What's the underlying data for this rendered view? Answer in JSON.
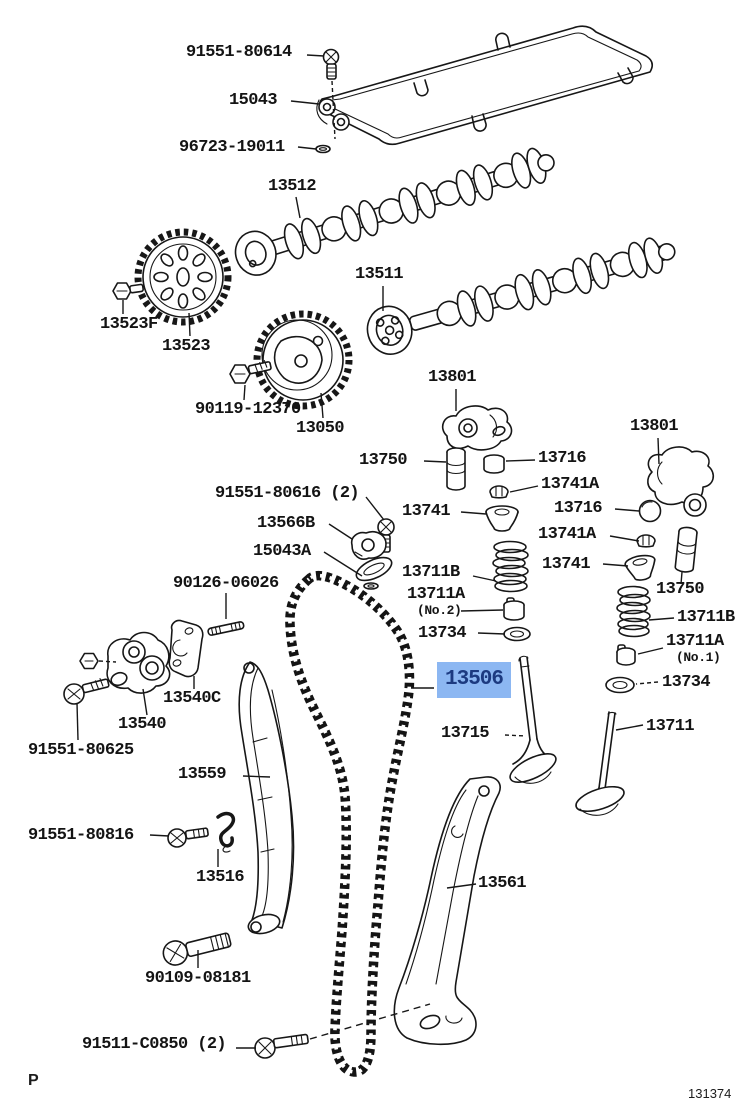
{
  "diagram": {
    "highlight": {
      "bg": "#8cb7f2",
      "fg": "#1c3a80"
    },
    "footer": {
      "page_code": "P",
      "figure_number": "131374"
    },
    "labels": [
      {
        "part": "91551-80614",
        "text": "91551-80614"
      },
      {
        "part": "15043",
        "text": "15043"
      },
      {
        "part": "96723-19011",
        "text": "96723-19011"
      },
      {
        "part": "13512",
        "text": "13512"
      },
      {
        "part": "13511",
        "text": "13511"
      },
      {
        "part": "13523F",
        "text": "13523F"
      },
      {
        "part": "13523",
        "text": "13523"
      },
      {
        "part": "90119-12370",
        "text": "90119-12370"
      },
      {
        "part": "13050",
        "text": "13050"
      },
      {
        "part": "13801",
        "text": "13801"
      },
      {
        "part": "13801",
        "text": "13801"
      },
      {
        "part": "13750",
        "text": "13750"
      },
      {
        "part": "13716",
        "text": "13716"
      },
      {
        "part": "13741A",
        "text": "13741A"
      },
      {
        "part": "13741",
        "text": "13741"
      },
      {
        "part": "91551-80616",
        "text": "91551-80616 (2)"
      },
      {
        "part": "13566B",
        "text": "13566B"
      },
      {
        "part": "15043A",
        "text": "15043A"
      },
      {
        "part": "13716",
        "text": "13716"
      },
      {
        "part": "13741A",
        "text": "13741A"
      },
      {
        "part": "13741",
        "text": "13741"
      },
      {
        "part": "90126-06026",
        "text": "90126-06026"
      },
      {
        "part": "13711B",
        "text": "13711B"
      },
      {
        "part": "13711A",
        "text": "13711A",
        "sub": "(No.2)"
      },
      {
        "part": "13734",
        "text": "13734"
      },
      {
        "part": "13750",
        "text": "13750"
      },
      {
        "part": "13711B",
        "text": "13711B"
      },
      {
        "part": "13711A",
        "text": "13711A",
        "sub": "(No.1)"
      },
      {
        "part": "13734",
        "text": "13734"
      },
      {
        "part": "13540C",
        "text": "13540C"
      },
      {
        "part": "13506",
        "text": "13506",
        "highlighted": true
      },
      {
        "part": "13540",
        "text": "13540"
      },
      {
        "part": "91551-80625",
        "text": "91551-80625"
      },
      {
        "part": "13715",
        "text": "13715"
      },
      {
        "part": "13711",
        "text": "13711"
      },
      {
        "part": "13559",
        "text": "13559"
      },
      {
        "part": "91551-80816",
        "text": "91551-80816"
      },
      {
        "part": "13516",
        "text": "13516"
      },
      {
        "part": "13561",
        "text": "13561"
      },
      {
        "part": "90109-08181",
        "text": "90109-08181"
      },
      {
        "part": "91511-C0850",
        "text": "91511-C0850 (2)"
      }
    ]
  }
}
